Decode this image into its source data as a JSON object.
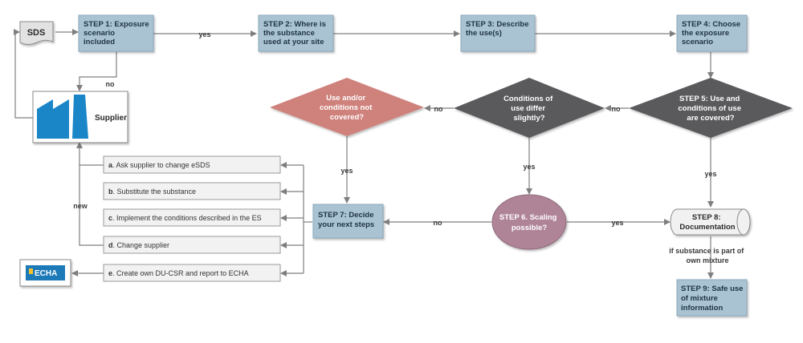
{
  "colors": {
    "step_fill": "#a9c3d3",
    "step_border": "#8aa8bb",
    "diamond_dark": "#5a5a5d",
    "diamond_red": "#cf817b",
    "circle_fill": "#b08497",
    "arrow": "#7f7f7f",
    "echa_blue": "#1d7ab8"
  },
  "nodes": {
    "sds": "SDS",
    "supplier": "Supplier",
    "step1": [
      "STEP 1: Exposure",
      "scenario",
      "included"
    ],
    "step2": [
      "STEP 2: Where is",
      "the substance",
      "used at your site"
    ],
    "step3": [
      "STEP 3: Describe",
      "the use(s)"
    ],
    "step4": [
      "STEP 4: Choose",
      "the exposure",
      "scenario"
    ],
    "step5": [
      "STEP 5: Use and",
      "conditions of use",
      "are covered?"
    ],
    "cond_differ": [
      "Conditions of",
      "use differ",
      "slightly?"
    ],
    "not_covered": [
      "Use and/or",
      "conditions not",
      "covered?"
    ],
    "step6": [
      "STEP 6. Scaling",
      "possible?"
    ],
    "step7": [
      "STEP 7: Decide",
      "your next steps"
    ],
    "step8": [
      "STEP 8:",
      "Documentation"
    ],
    "step9": [
      "STEP 9: Safe use",
      "of mixture",
      "information"
    ],
    "echa": "ECHA"
  },
  "edges": {
    "yes_1_2": "yes",
    "no_1_supplier": "no",
    "no_5_differ": "no",
    "no_differ_notcov": "no",
    "yes_notcov_7": "yes",
    "yes_differ_6": "yes",
    "yes_5_8": "yes",
    "no_6_7": "no",
    "yes_6_8": "yes",
    "new": "new",
    "mixture_note": [
      "if substance is part of",
      "own mixture"
    ]
  },
  "options": [
    {
      "letter": "a",
      "text": ". Ask supplier to change eSDS"
    },
    {
      "letter": "b",
      "text": ". Substitute the substance"
    },
    {
      "letter": "c",
      "text": ". Implement the conditions described in the ES"
    },
    {
      "letter": "d",
      "text": ". Change supplier"
    },
    {
      "letter": "e",
      "text": ". Create own DU-CSR and report to ECHA"
    }
  ]
}
